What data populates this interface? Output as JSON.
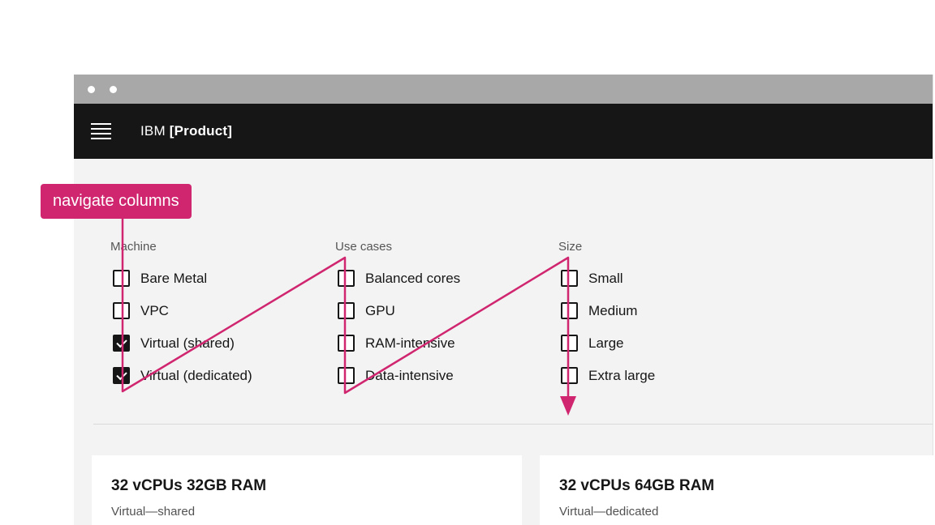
{
  "browser": {
    "window_controls": [
      "dot",
      "dot"
    ]
  },
  "header": {
    "brand_prefix": "IBM",
    "brand_product": "[Product]"
  },
  "annotation": {
    "label": "navigate columns"
  },
  "filters": {
    "columns": [
      {
        "label": "Machine",
        "options": [
          {
            "label": "Bare Metal",
            "checked": false
          },
          {
            "label": "VPC",
            "checked": false
          },
          {
            "label": "Virtual (shared)",
            "checked": true
          },
          {
            "label": "Virtual (dedicated)",
            "checked": true
          }
        ]
      },
      {
        "label": "Use cases",
        "options": [
          {
            "label": "Balanced cores",
            "checked": false
          },
          {
            "label": "GPU",
            "checked": false
          },
          {
            "label": "RAM-intensive",
            "checked": false
          },
          {
            "label": "Data-intensive",
            "checked": false
          }
        ]
      },
      {
        "label": "Size",
        "options": [
          {
            "label": "Small",
            "checked": false
          },
          {
            "label": "Medium",
            "checked": false
          },
          {
            "label": "Large",
            "checked": false
          },
          {
            "label": "Extra large",
            "checked": false
          }
        ]
      }
    ]
  },
  "results": [
    {
      "title": "32 vCPUs 32GB RAM",
      "subtitle": "Virtual—shared"
    },
    {
      "title": "32 vCPUs 64GB RAM",
      "subtitle": "Virtual—dedicated"
    }
  ],
  "colors": {
    "accent_magenta": "#d02670",
    "header_bg": "#161616",
    "chrome_bg": "#a8a8a8",
    "content_bg": "#f3f3f3"
  }
}
